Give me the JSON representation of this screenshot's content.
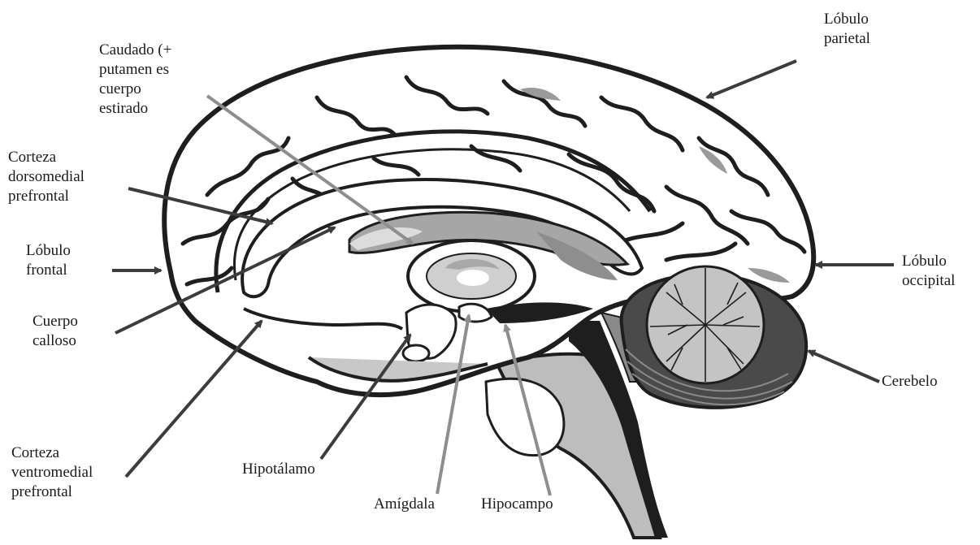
{
  "colors": {
    "arrow_dark": "#3c3c3c",
    "arrow_gray": "#8e8e8e",
    "outline": "#1e1e1e",
    "deep_gray": "#6e6e6e",
    "mid_gray": "#a8a8a8",
    "light_gray": "#cfcfcf",
    "white": "#ffffff"
  },
  "labels": {
    "parietal": {
      "lines": [
        "Lóbulo",
        "parietal"
      ]
    },
    "caudate": {
      "lines": [
        "Caudado (+",
        "putamen es",
        "cuerpo",
        "estirado"
      ]
    },
    "dorsomedial": {
      "lines": [
        "Corteza",
        "dorsomedial",
        "prefrontal"
      ]
    },
    "frontal": {
      "lines": [
        "Lóbulo",
        "frontal"
      ]
    },
    "callosum": {
      "lines": [
        "Cuerpo",
        "calloso"
      ]
    },
    "occipital": {
      "lines": [
        "Lóbulo",
        "occipital"
      ]
    },
    "cerebellum": {
      "lines": [
        "Cerebelo"
      ]
    },
    "ventromedial": {
      "lines": [
        "Corteza",
        "ventromedial",
        "prefrontal"
      ]
    },
    "hypothalamus": {
      "lines": [
        "Hipotálamo"
      ]
    },
    "amygdala": {
      "lines": [
        "Amígdala"
      ]
    },
    "hippocampus": {
      "lines": [
        "Hipocampo"
      ]
    }
  }
}
